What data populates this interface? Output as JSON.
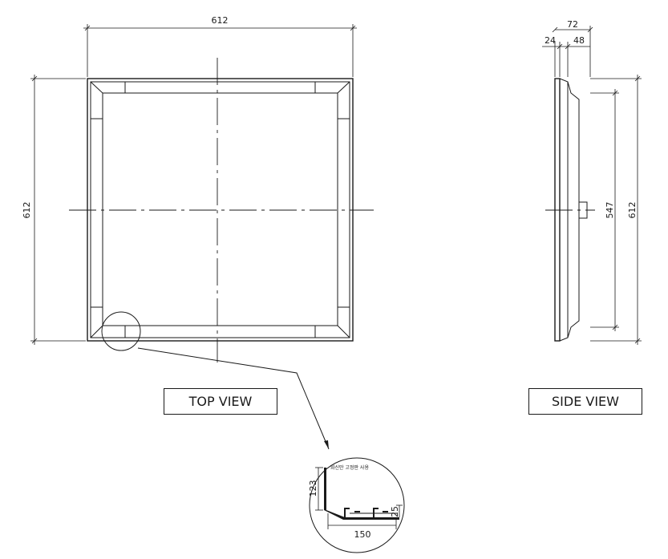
{
  "top_view": {
    "title": "TOP VIEW",
    "width_dim": "612",
    "height_dim": "612"
  },
  "side_view": {
    "title": "SIDE VIEW",
    "total_depth_dim": "72",
    "flange_dim": "24",
    "body_dim": "48",
    "inner_height_dim": "547",
    "outer_height_dim": "612"
  },
  "detail": {
    "note": "화신만 고정판 사용",
    "height_dim": "123",
    "width_dim": "150",
    "lip_dim": "25"
  }
}
